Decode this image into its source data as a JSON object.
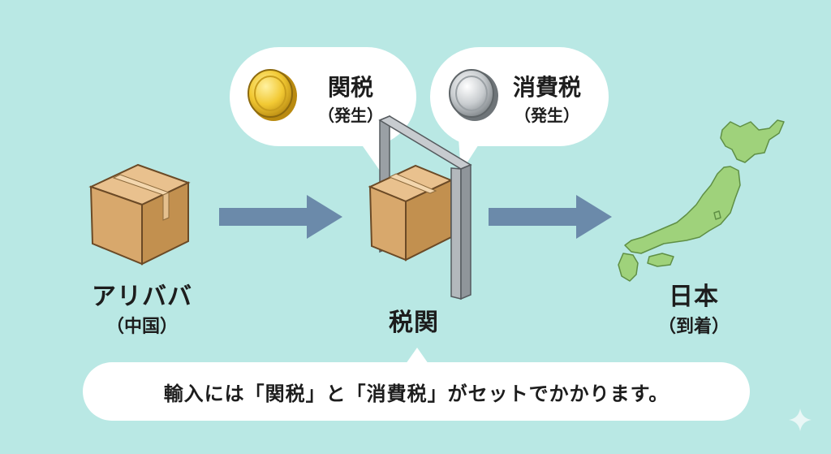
{
  "source": {
    "name": "アリババ",
    "region": "（中国）"
  },
  "customs": {
    "name": "税関"
  },
  "destination": {
    "name": "日本",
    "status": "（到着）"
  },
  "bubble_left": {
    "title": "関税",
    "sub": "（発生）",
    "coin": "gold-coin-icon"
  },
  "bubble_right": {
    "title": "消費税",
    "sub": "（発生）",
    "coin": "silver-coin-icon"
  },
  "caption": {
    "text": "輸入には「関税」と「消費税」がセットでかかります。"
  },
  "colors": {
    "background": "#b9e8e4",
    "arrow": "#6b8aaa",
    "box": "#d8a86c",
    "map": "#9fd27b"
  }
}
